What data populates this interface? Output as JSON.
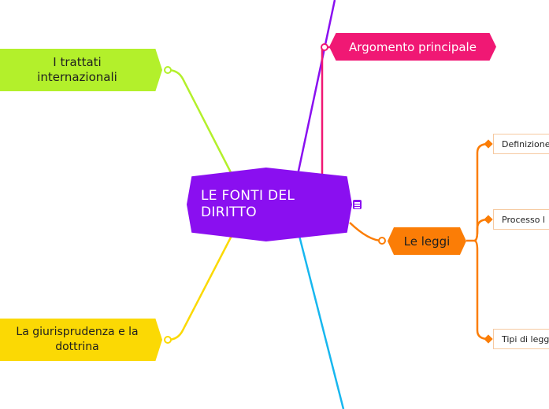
{
  "central": {
    "line1": "LE FONTI DEL",
    "line2": "DIRITTO"
  },
  "topics": {
    "argomento": "Argomento principale",
    "leggi": "Le leggi",
    "trattati": {
      "line1": "I trattati",
      "line2": "internazionali"
    },
    "giurisprudenza": {
      "line1": "La giurisprudenza e la",
      "line2": "dottrina"
    }
  },
  "subtopics": [
    "Definizione",
    "Processo l",
    "Tipi di legg"
  ],
  "colors": {
    "central": "#8a0ff0",
    "argomento": "#f01874",
    "leggi": "#fb7d06",
    "trattati": "#b3f02b",
    "giurisprudenza": "#fbd904",
    "blue_branch": "#17b7ef"
  },
  "icons": {
    "central_note": "note-icon"
  }
}
